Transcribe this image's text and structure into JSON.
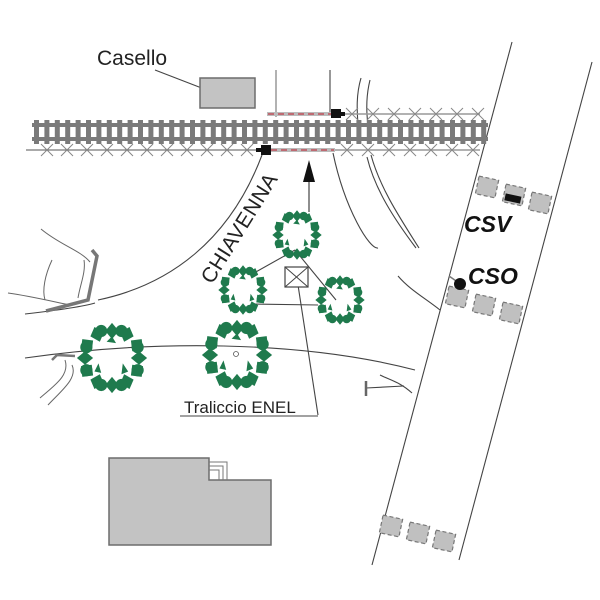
{
  "map": {
    "title": "Schema planimetrico passaggio a livello",
    "labels": {
      "casello": "Casello",
      "chiavenna": "CHIAVENNA",
      "traliccio": "Traliccio ENEL",
      "csv": "CSV",
      "cso": "CSO"
    },
    "colors": {
      "tree": "#1f7a4d",
      "building": "#c3c3c3",
      "railway": "#7a7a7a",
      "barrier_stripe": "#c0505a",
      "line": "#444444"
    },
    "features": [
      {
        "type": "building",
        "name": "casello"
      },
      {
        "type": "railway",
        "name": "railway-line"
      },
      {
        "type": "level-crossing-barrier",
        "name": "barrier-north"
      },
      {
        "type": "level-crossing-barrier",
        "name": "barrier-south"
      },
      {
        "type": "road",
        "name": "road-chiavenna"
      },
      {
        "type": "direction-arrow",
        "name": "north-arrow"
      },
      {
        "type": "pylon",
        "name": "traliccio-enel"
      },
      {
        "type": "tree",
        "count": 5
      },
      {
        "type": "parking-stall",
        "count": 9
      },
      {
        "type": "building",
        "name": "large-building"
      },
      {
        "type": "marker",
        "name": "csv-marker"
      },
      {
        "type": "marker",
        "name": "cso-marker"
      }
    ]
  }
}
